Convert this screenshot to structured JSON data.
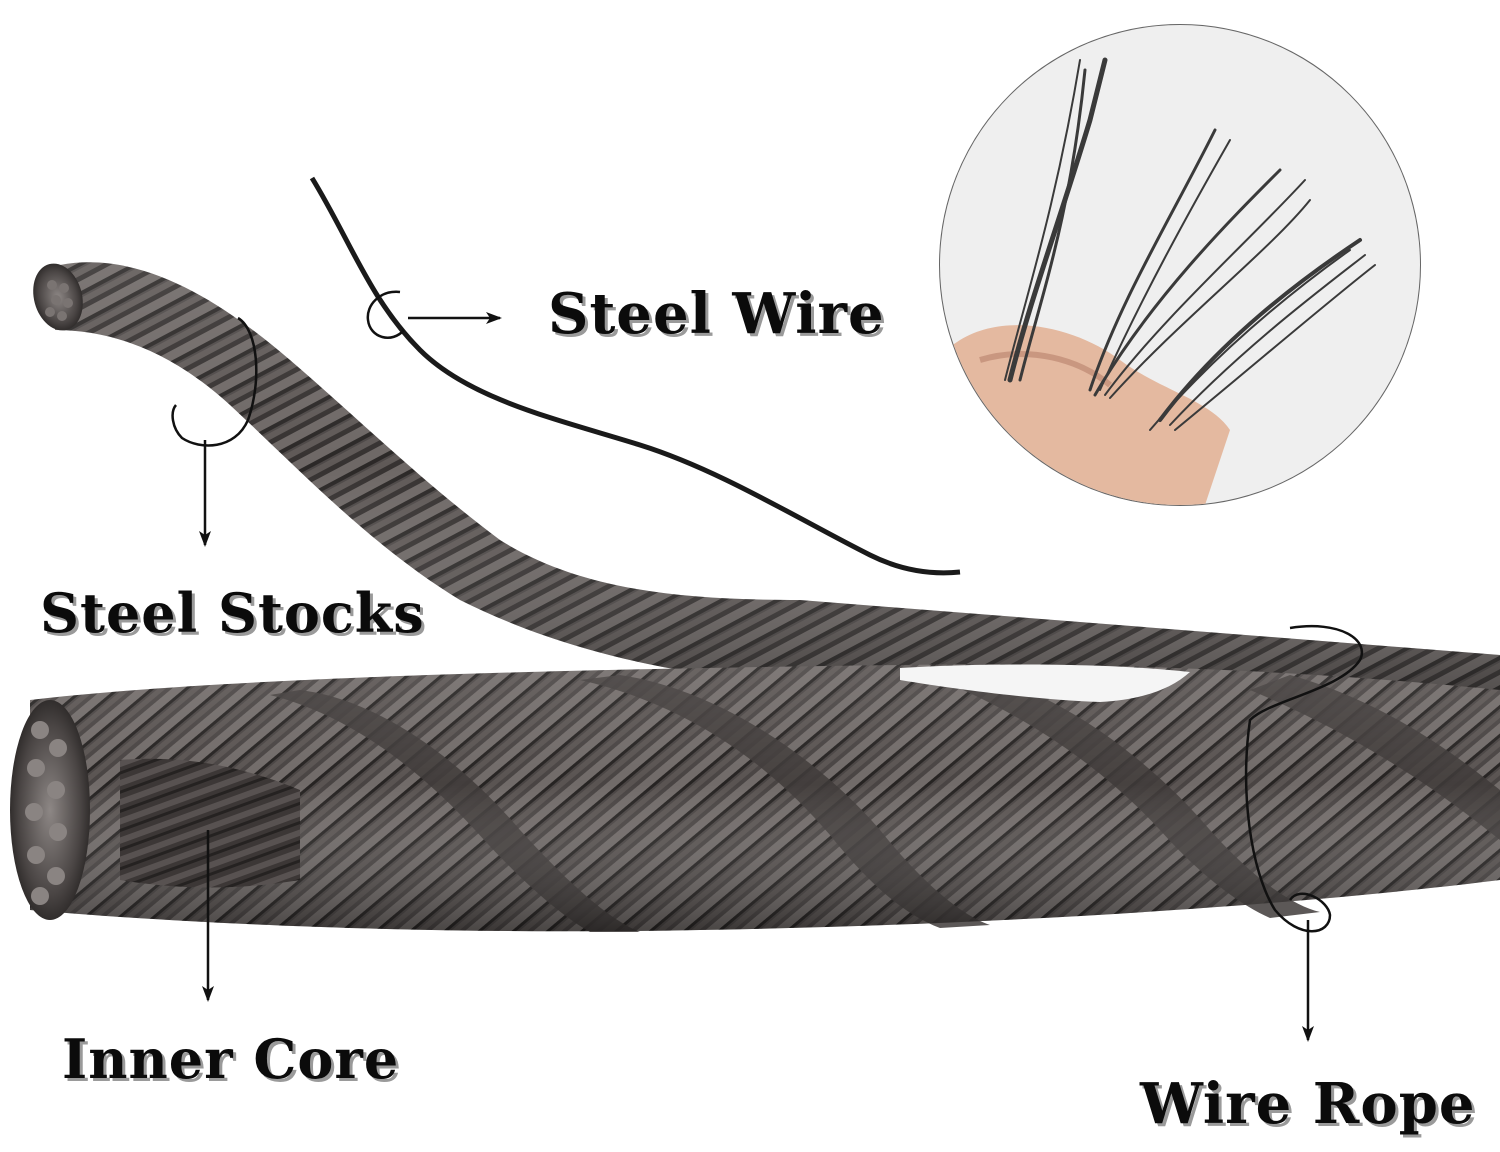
{
  "labels": {
    "steel_wire": "Steel Wire",
    "steel_stocks": "Steel Stocks",
    "inner_core": "Inner Core",
    "wire_rope": "Wire Rope"
  },
  "colors": {
    "rope_dark": "#2e2b2a",
    "rope_mid": "#5b5655",
    "rope_light": "#8c8684",
    "label_text": "#0b0b0b",
    "label_shadow": "#9a9a9a",
    "background": "#ffffff"
  },
  "icons": {
    "callout_arrow": "arrow-icon",
    "callout_loop": "loop-icon"
  }
}
